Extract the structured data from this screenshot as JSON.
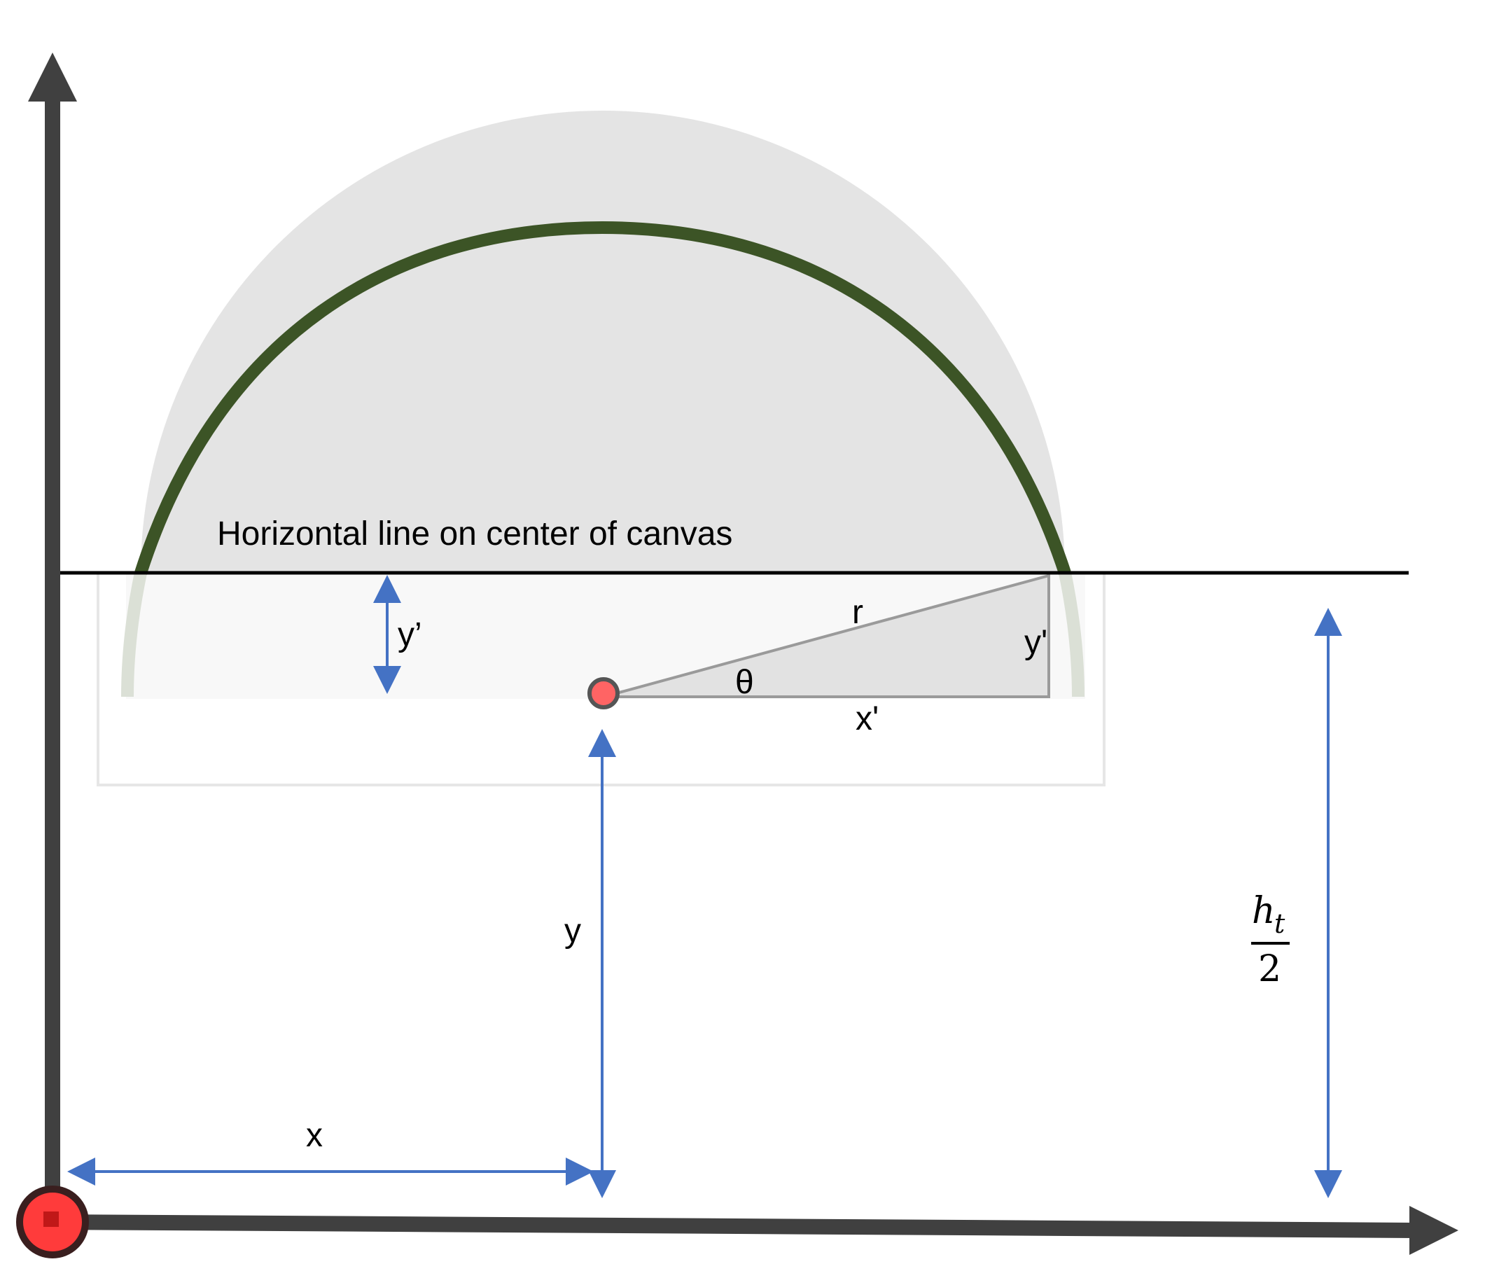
{
  "labels": {
    "center_line": "Horizontal line on center of canvas",
    "y_prime_left": "y’",
    "y_prime_right": "y'",
    "r": "r",
    "theta": "θ",
    "x_prime": "x'",
    "y": "y",
    "x": "x",
    "ht_h": "h",
    "ht_t": "t",
    "ht_2": "2"
  },
  "colors": {
    "arc": "#3c5426",
    "axis": "#404040",
    "dimension": "#4472c4",
    "origin_marker": "#ff3b3b",
    "point_marker": "#ff6464",
    "semicircle_fill": "#e4e4e4",
    "triangle": "#9a9a9a"
  }
}
